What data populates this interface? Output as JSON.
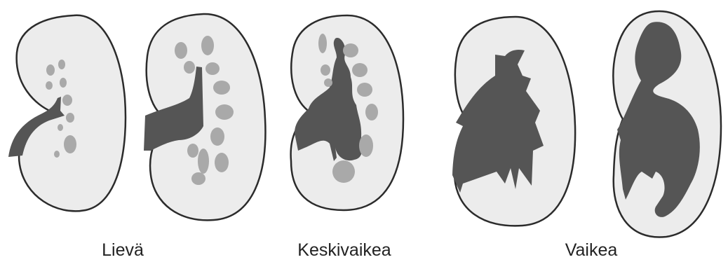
{
  "labels": {
    "mild": "Lievä",
    "moderate": "Keskivaikea",
    "severe": "Vaikea"
  },
  "colors": {
    "kidney_fill": "#ececec",
    "kidney_stroke": "#2b2b2b",
    "calyx_light": "#a9a9a9",
    "pelvis_dark": "#555555"
  }
}
